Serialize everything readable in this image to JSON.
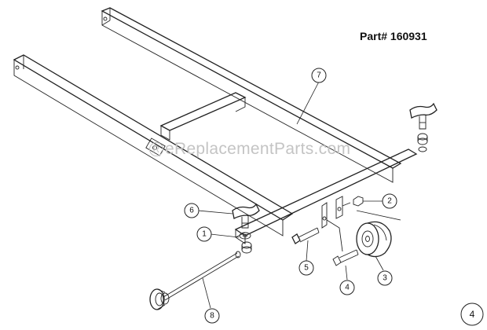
{
  "header": {
    "part_number": "Part# 160931"
  },
  "watermark": {
    "text": "eReplacementParts.com",
    "registered_symbol": "R"
  },
  "callouts": [
    {
      "id": "7",
      "label": "7",
      "part": "frame-rails"
    },
    {
      "id": "2",
      "label": "2",
      "part": "nut"
    },
    {
      "id": "6",
      "label": "6",
      "part": "knob"
    },
    {
      "id": "1",
      "label": "1",
      "part": "washer"
    },
    {
      "id": "5",
      "label": "5",
      "part": "bolt"
    },
    {
      "id": "4",
      "label": "4",
      "part": "pin"
    },
    {
      "id": "3",
      "label": "3",
      "part": "wheel"
    },
    {
      "id": "8",
      "label": "8",
      "part": "axle-rod"
    },
    {
      "id": "4b",
      "label": "4",
      "part": "corner-index"
    }
  ],
  "colors": {
    "line": "#222222",
    "watermark": "#c4c4c4",
    "background": "#ffffff"
  }
}
